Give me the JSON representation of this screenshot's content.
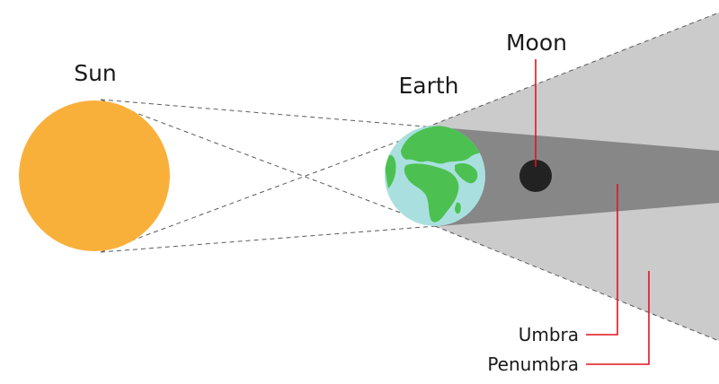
{
  "labels": {
    "sun": "Sun",
    "earth": "Earth",
    "moon": "Moon",
    "umbra": "Umbra",
    "penumbra": "Penumbra"
  },
  "colors": {
    "sun": "#f9b03b",
    "ocean": "#a9e0df",
    "land": "#4cc151",
    "moon": "#222222",
    "umbra": "#878787",
    "penumbra": "#cbcbcb",
    "pointer": "#e0151d",
    "guide_lines": "#5a5a5a"
  }
}
